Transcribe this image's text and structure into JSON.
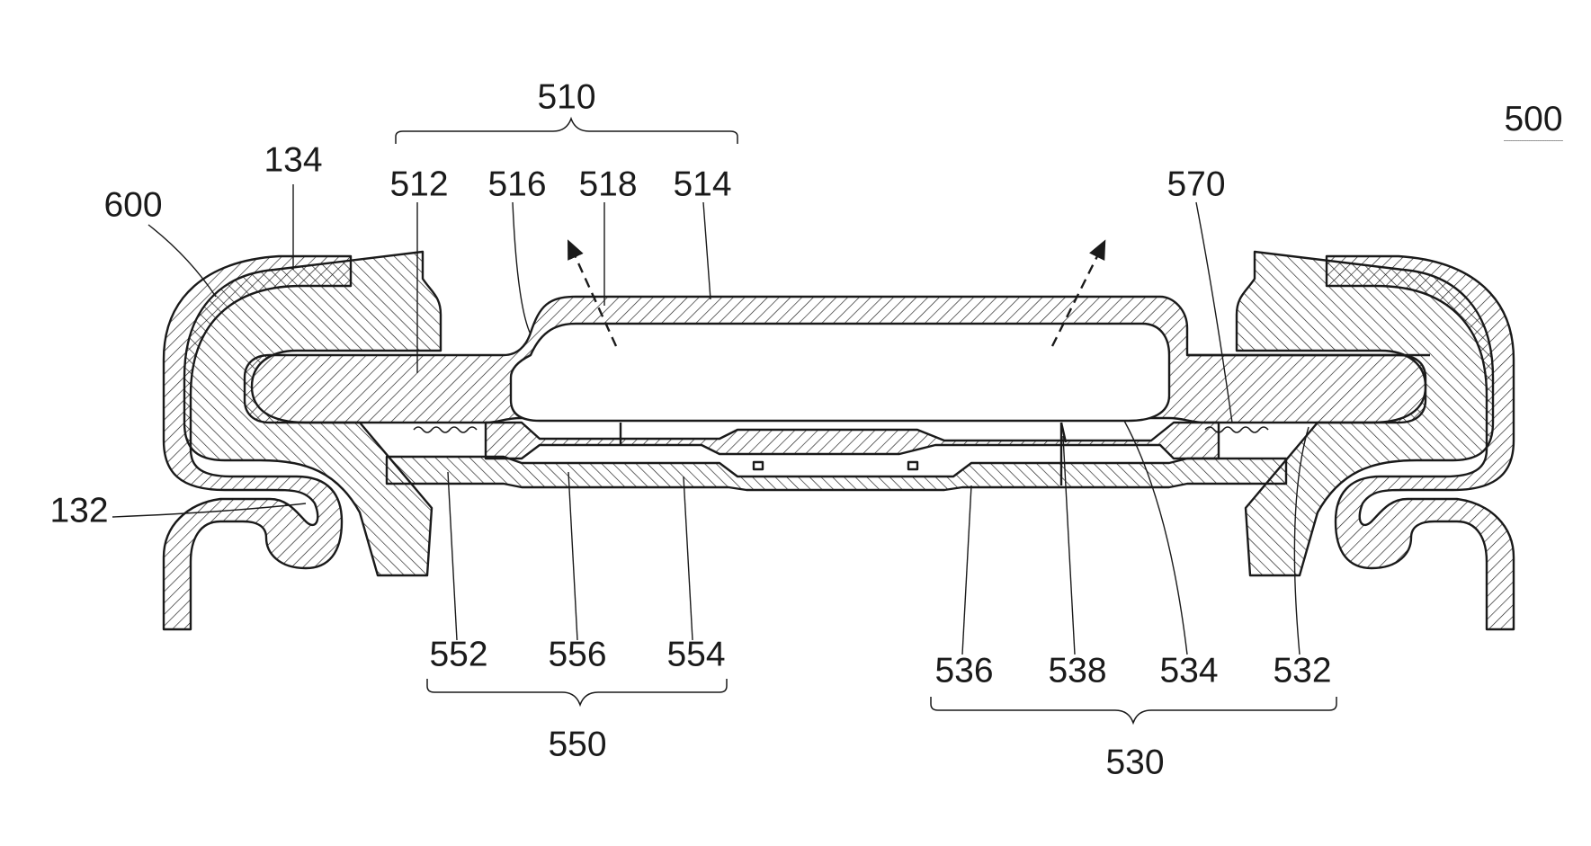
{
  "figure": {
    "reference": "500"
  },
  "labels": {
    "l510": "510",
    "l512": "512",
    "l516": "516",
    "l518": "518",
    "l514": "514",
    "l570": "570",
    "l134": "134",
    "l600": "600",
    "l132": "132",
    "l552": "552",
    "l556": "556",
    "l554": "554",
    "l550": "550",
    "l536": "536",
    "l538": "538",
    "l534": "534",
    "l532": "532",
    "l530": "530"
  },
  "colors": {
    "line": "#1a1a1a",
    "background": "#ffffff"
  }
}
